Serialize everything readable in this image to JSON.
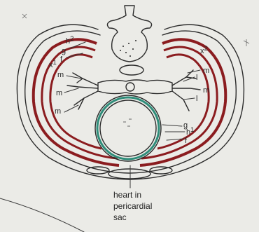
{
  "labels": {
    "x1": "x",
    "x1_sup": "1",
    "x2": "x",
    "x2_sup": "2",
    "h2": "h",
    "h2_sup": "2",
    "g_left": "g",
    "f_left": "f",
    "m_left_1": "m",
    "m_left_2": "m",
    "m_left_3": "m",
    "m_right_1": "m",
    "m_right_2": "m",
    "l_right_1": "l",
    "l_right_2": "l",
    "g_right": "g",
    "h1": "h",
    "h1_sup": "1",
    "f_right": "f"
  },
  "caption": {
    "line1": "heart in",
    "line2": "pericardial",
    "line3": "sac"
  },
  "colors": {
    "background": "#ebebe7",
    "pleura_red": "#8b1c1f",
    "pericardium_green": "#2f8d7a",
    "ink": "#2b2b2b"
  }
}
